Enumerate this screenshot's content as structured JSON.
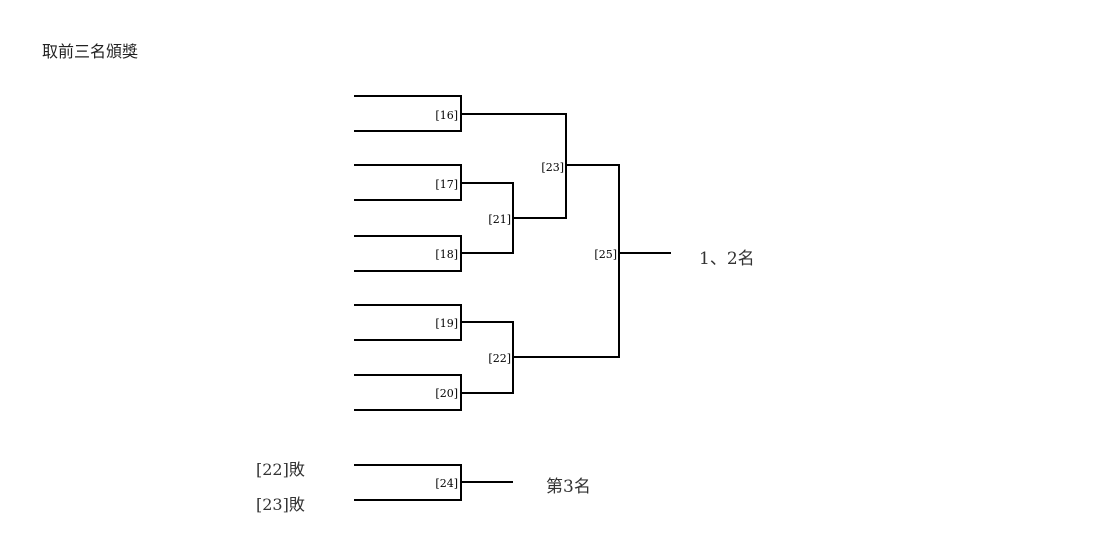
{
  "page": {
    "title": "取前三名頒獎"
  },
  "bracket": {
    "matches": [
      {
        "id": "m16",
        "label": "[16]"
      },
      {
        "id": "m17",
        "label": "[17]"
      },
      {
        "id": "m18",
        "label": "[18]"
      },
      {
        "id": "m19",
        "label": "[19]"
      },
      {
        "id": "m20",
        "label": "[20]"
      },
      {
        "id": "m21",
        "label": "[21]"
      },
      {
        "id": "m22",
        "label": "[22]"
      },
      {
        "id": "m23",
        "label": "[23]"
      },
      {
        "id": "m24",
        "label": "[24]"
      },
      {
        "id": "m25",
        "label": "[25]"
      }
    ],
    "final_result": "1、2名",
    "third_place": {
      "entrant_1": "[22]敗",
      "entrant_2": "[23]敗",
      "result": "第3名"
    }
  },
  "colors": {
    "line": "#000000",
    "text": "#333333"
  }
}
